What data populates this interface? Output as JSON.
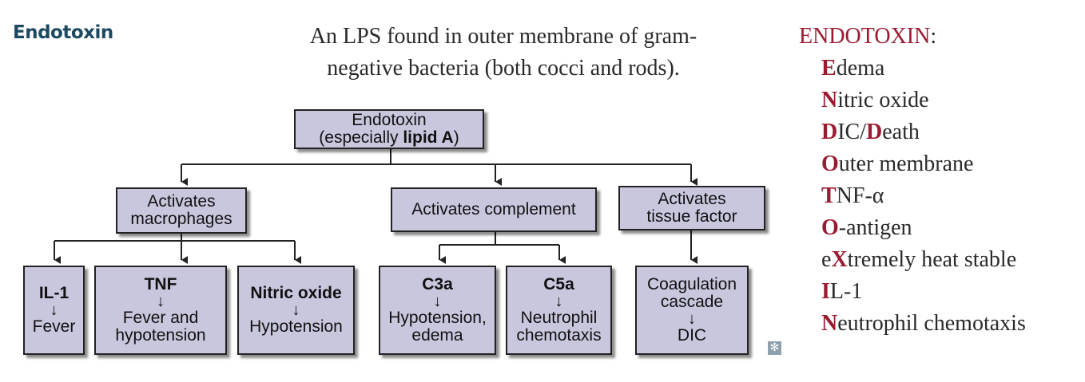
{
  "heading": "Endotoxin",
  "description": {
    "line1": "An LPS found in outer membrane of gram-",
    "line2": "negative bacteria (both cocci and rods)."
  },
  "mnemonic": {
    "title": "ENDOTOXIN",
    "title_colon": ":",
    "items": [
      {
        "first": "E",
        "rest": "dema"
      },
      {
        "first": "N",
        "rest": "itric oxide"
      },
      {
        "first": "D",
        "rest": "IC/",
        "first2": "D",
        "rest2": "eath"
      },
      {
        "first": "O",
        "rest": "uter membrane"
      },
      {
        "first": "T",
        "rest": "NF-α"
      },
      {
        "first": "O",
        "rest": "-antigen"
      },
      {
        "pre": "e",
        "first": "X",
        "rest": "tremely heat stable"
      },
      {
        "first": "I",
        "rest": "L-1"
      },
      {
        "first": "N",
        "rest": "eutrophil chemotaxis"
      }
    ]
  },
  "diagram": {
    "root": {
      "line1": "Endotoxin",
      "line2_pre": "(especially ",
      "line2_bold": "lipid A",
      "line2_post": ")"
    },
    "macrophages": {
      "line1": "Activates",
      "line2": "macrophages"
    },
    "complement": {
      "label": "Activates complement"
    },
    "tissue_factor": {
      "line1": "Activates",
      "line2": "tissue factor"
    },
    "il1": {
      "title": "IL-1",
      "arrow": "↓",
      "result": "Fever"
    },
    "tnf": {
      "title": "TNF",
      "arrow": "↓",
      "result1": "Fever and",
      "result2": "hypotension"
    },
    "nitric_oxide": {
      "title": "Nitric oxide",
      "arrow": "↓",
      "result": "Hypotension"
    },
    "c3a": {
      "title": "C3a",
      "arrow": "↓",
      "result1": "Hypotension,",
      "result2": "edema"
    },
    "c5a": {
      "title": "C5a",
      "arrow": "↓",
      "result1": "Neutrophil",
      "result2": "chemotaxis"
    },
    "coagulation": {
      "line1": "Coagulation",
      "line2": "cascade",
      "arrow": "↓",
      "result": "DIC"
    }
  },
  "badge_icon": "asterisk-icon",
  "badge_glyph": "✻",
  "colors": {
    "heading": "#1c4a63",
    "accent": "#9b1b30",
    "box_fill": "#c9c7de"
  }
}
